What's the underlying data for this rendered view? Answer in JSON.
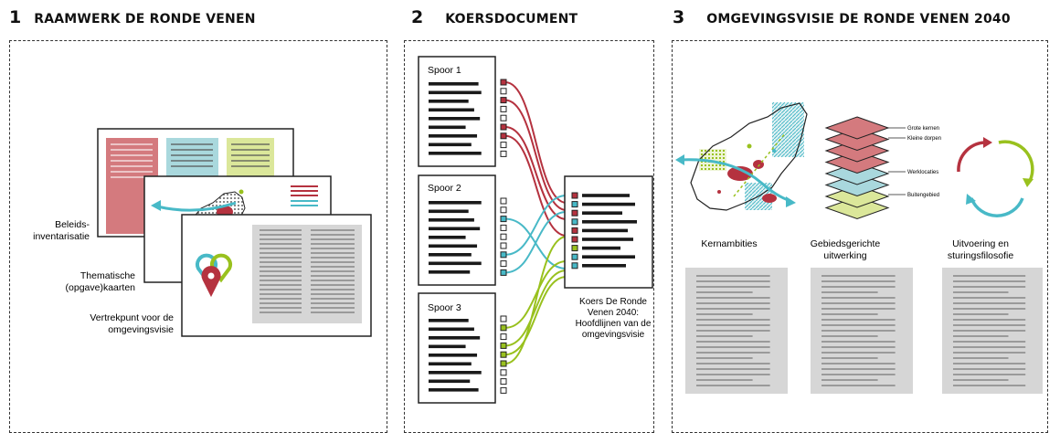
{
  "sections": [
    {
      "number": "1",
      "title": "RAAMWERK DE RONDE VENEN"
    },
    {
      "number": "2",
      "title": "KOERSDOCUMENT"
    },
    {
      "number": "3",
      "title": "OMGEVINGSVISIE DE RONDE VENEN 2040"
    }
  ],
  "panel1": {
    "labels": {
      "beleid_1": "Beleids-",
      "beleid_2": "inventarisatie",
      "thema_1": "Thematische",
      "thema_2": "(opgave)kaarten",
      "vertrek_1": "Vertrekpunt voor de",
      "vertrek_2": "omgevingsvisie"
    }
  },
  "panel2": {
    "tracks": [
      "Spoor 1",
      "Spoor 2",
      "Spoor 3"
    ],
    "result_lines": [
      "Koers De Ronde",
      "Venen 2040:",
      "Hoofdlijnen van de",
      "omgevingsvisie"
    ]
  },
  "panel3": {
    "layer_labels": [
      "Grote kernen",
      "Kleine dorpen",
      "Werklocaties",
      "Buitengebied"
    ],
    "columns": [
      {
        "line1": "Kernambities",
        "line2": ""
      },
      {
        "line1": "Gebiedsgerichte",
        "line2": "uitwerking"
      },
      {
        "line1": "Uitvoering en",
        "line2": "sturingsfilosofie"
      }
    ]
  },
  "colors": {
    "red": "#b5323f",
    "red_light": "#d47a7e",
    "teal": "#48b9c7",
    "teal_light": "#a9d8dd",
    "green": "#99c11e",
    "green_light": "#dbe79a",
    "grey": "#d6d6d6",
    "line": "#222222"
  }
}
